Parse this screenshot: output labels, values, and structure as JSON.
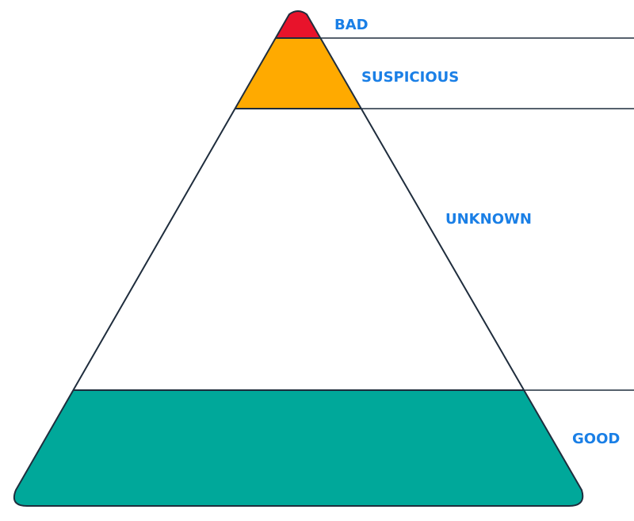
{
  "diagram": {
    "type": "pyramid",
    "colors": {
      "label": "#1a7fe6",
      "outline": "#1f2d3d"
    },
    "tiers": [
      {
        "label": "BAD",
        "color": "#e8132b"
      },
      {
        "label": "SUSPICIOUS",
        "color": "#ffaa00"
      },
      {
        "label": "UNKNOWN",
        "color": "#ffffff"
      },
      {
        "label": "GOOD",
        "color": "#00a89a"
      }
    ]
  }
}
